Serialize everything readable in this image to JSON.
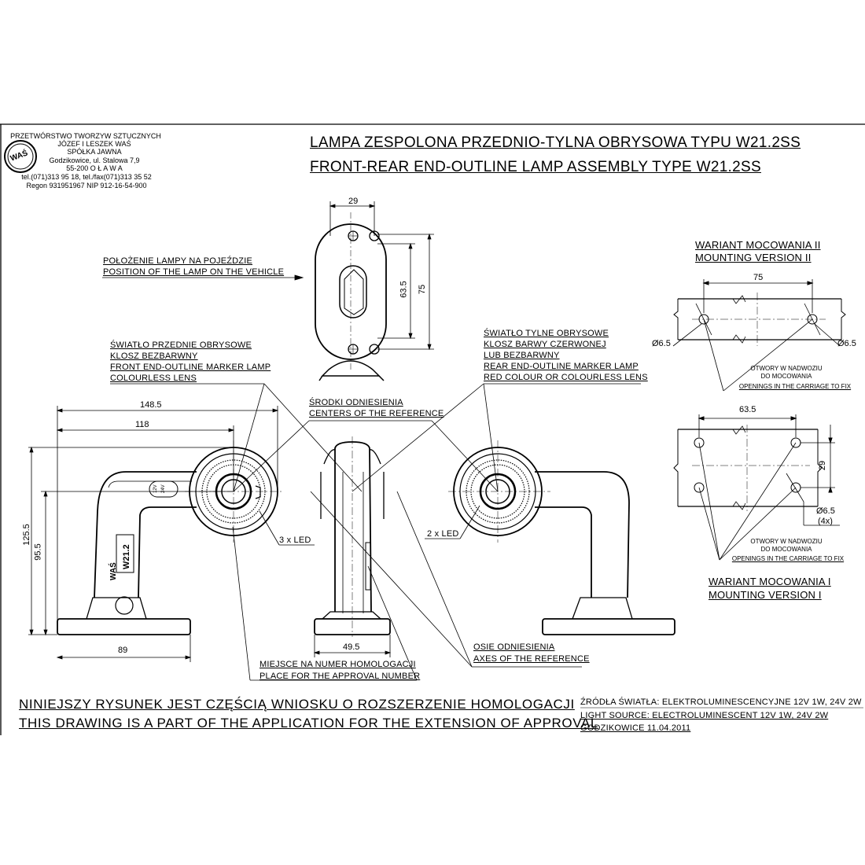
{
  "company": {
    "logo_text": "WAŚ",
    "lines": [
      "PRZETWÓRSTWO TWORZYW SZTUCZNYCH",
      "JÓZEF I LESZEK WAŚ",
      "SPÓŁKA JAWNA",
      "Godzikowice, ul. Stalowa 7,9",
      "55-200   O Ł A W A",
      "tel.(071)313 95 18, tel./fax(071)313 35 52",
      "Regon 931951967 NIP 912-16-54-900"
    ]
  },
  "title": {
    "pl": "LAMPA ZESPOLONA PRZEDNIO-TYLNA OBRYSOWA TYPU W21.2SS",
    "en": "FRONT-REAR END-OUTLINE LAMP ASSEMBLY TYPE W21.2SS"
  },
  "labels": {
    "position_pl": "POŁOŻENIE LAMPY NA POJEŹDZIE",
    "position_en": "POSITION OF THE LAMP ON THE VEHICLE",
    "front_pl1": "ŚWIATŁO PRZEDNIE OBRYSOWE",
    "front_pl2": "KLOSZ BEZBARWNY",
    "front_en1": "FRONT END-OUTLINE MARKER LAMP",
    "front_en2": "COLOURLESS LENS",
    "rear_pl1": "ŚWIATŁO TYLNE OBRYSOWE",
    "rear_pl2": "KLOSZ BARWY CZERWONEJ",
    "rear_pl3": "LUB BEZBARWNY",
    "rear_en1": "REAR END-OUTLINE MARKER LAMP",
    "rear_en2": "RED COLOUR OR COLOURLESS LENS",
    "centers_pl": "ŚRODKI ODNIESIENIA",
    "centers_en": "CENTERS OF THE REFERENCE",
    "axes_pl": "OSIE ODNIESIENIA",
    "axes_en": "AXES OF THE REFERENCE",
    "approval_pl": "MIEJSCE NA NUMER HOMOLOGACJI",
    "approval_en": "PLACE FOR THE APPROVAL NUMBER",
    "led3": "3 x LED",
    "led2": "2 x LED",
    "mount2_pl": "WARIANT MOCOWANIA II",
    "mount2_en": "MOUNTING VERSION II",
    "mount1_pl": "WARIANT MOCOWANIA I",
    "mount1_en": "MOUNTING VERSION I",
    "holes_pl1": "OTWORY W NADWOZIU",
    "holes_pl2": "DO MOCOWANIA",
    "holes_en": "OPENINGS IN THE CARRIAGE TO FIX",
    "body_mark": "W21.2",
    "body_brand": "WAŚ",
    "sticker_a": "12V",
    "sticker_b": "24V"
  },
  "dimensions": {
    "top_width": "29",
    "top_h1": "63.5",
    "top_h2": "75",
    "width_total": "148.5",
    "width_center": "118",
    "height_total": "125.5",
    "height_center": "95.5",
    "base_width": "89",
    "mid_base": "49.5",
    "m2_spacing": "75",
    "m2_hole_l": "Ø6.5",
    "m2_hole_r": "Ø6.5",
    "m1_spacing": "63.5",
    "m1_vert": "29",
    "m1_hole": "Ø6.5",
    "m1_count": "(4x)"
  },
  "footer": {
    "pl": "NINIEJSZY RYSUNEK JEST CZĘŚCIĄ WNIOSKU O  ROZSZERZENIE  HOMOLOGACJI",
    "en": "THIS DRAWING IS A PART OF THE APPLICATION FOR THE EXTENSION OF APPROVAL",
    "source_pl": "ŹRÓDŁA ŚWIATŁA: ELEKTROLUMINESCENCYJNE  12V  1W, 24V  2W",
    "source_en": "LIGHT SOURCE: ELECTROLUMINESCENT  12V  1W, 24V  2W",
    "date": "GODZIKOWICE 11.04.2011"
  },
  "colors": {
    "ink": "#000000",
    "paper": "#ffffff"
  }
}
